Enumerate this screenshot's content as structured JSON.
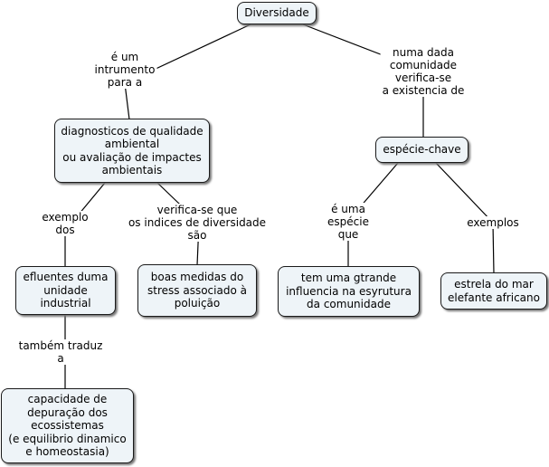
{
  "concept_map": {
    "nodes": {
      "diversidade": "Diversidade",
      "diagnosticos": "diagnosticos de qualidade\nambiental\nou avaliação de impactes\nambientais",
      "especie_chave": "espécie-chave",
      "efluentes": "efluentes duma\nunidade\nindustrial",
      "boas_medidas": "boas medidas do\nstress associado à\npoluição",
      "influencia": "tem uma gtrande\ninfluencia na esyrutura\nda comunidade",
      "estrela": "estrela do mar\nelefante africano",
      "capacidade": "capacidade de\ndepuração dos\necossistemas\n(e equilibrio dinamico\ne homeostasia)"
    },
    "links": {
      "instrumento": "é um\nintrumento\npara a",
      "numa_dada": "numa dada\ncomunidade\nverifica-se\na existencia de",
      "exemplo_dos": "exemplo\ndos",
      "verifica_se_que": "verifica-se que\nos indices de diversidade\nsão",
      "e_uma_especie": "é uma\nespécie\nque",
      "exemplos": "exemplos",
      "tambem_traduz": "também traduz\na"
    }
  }
}
